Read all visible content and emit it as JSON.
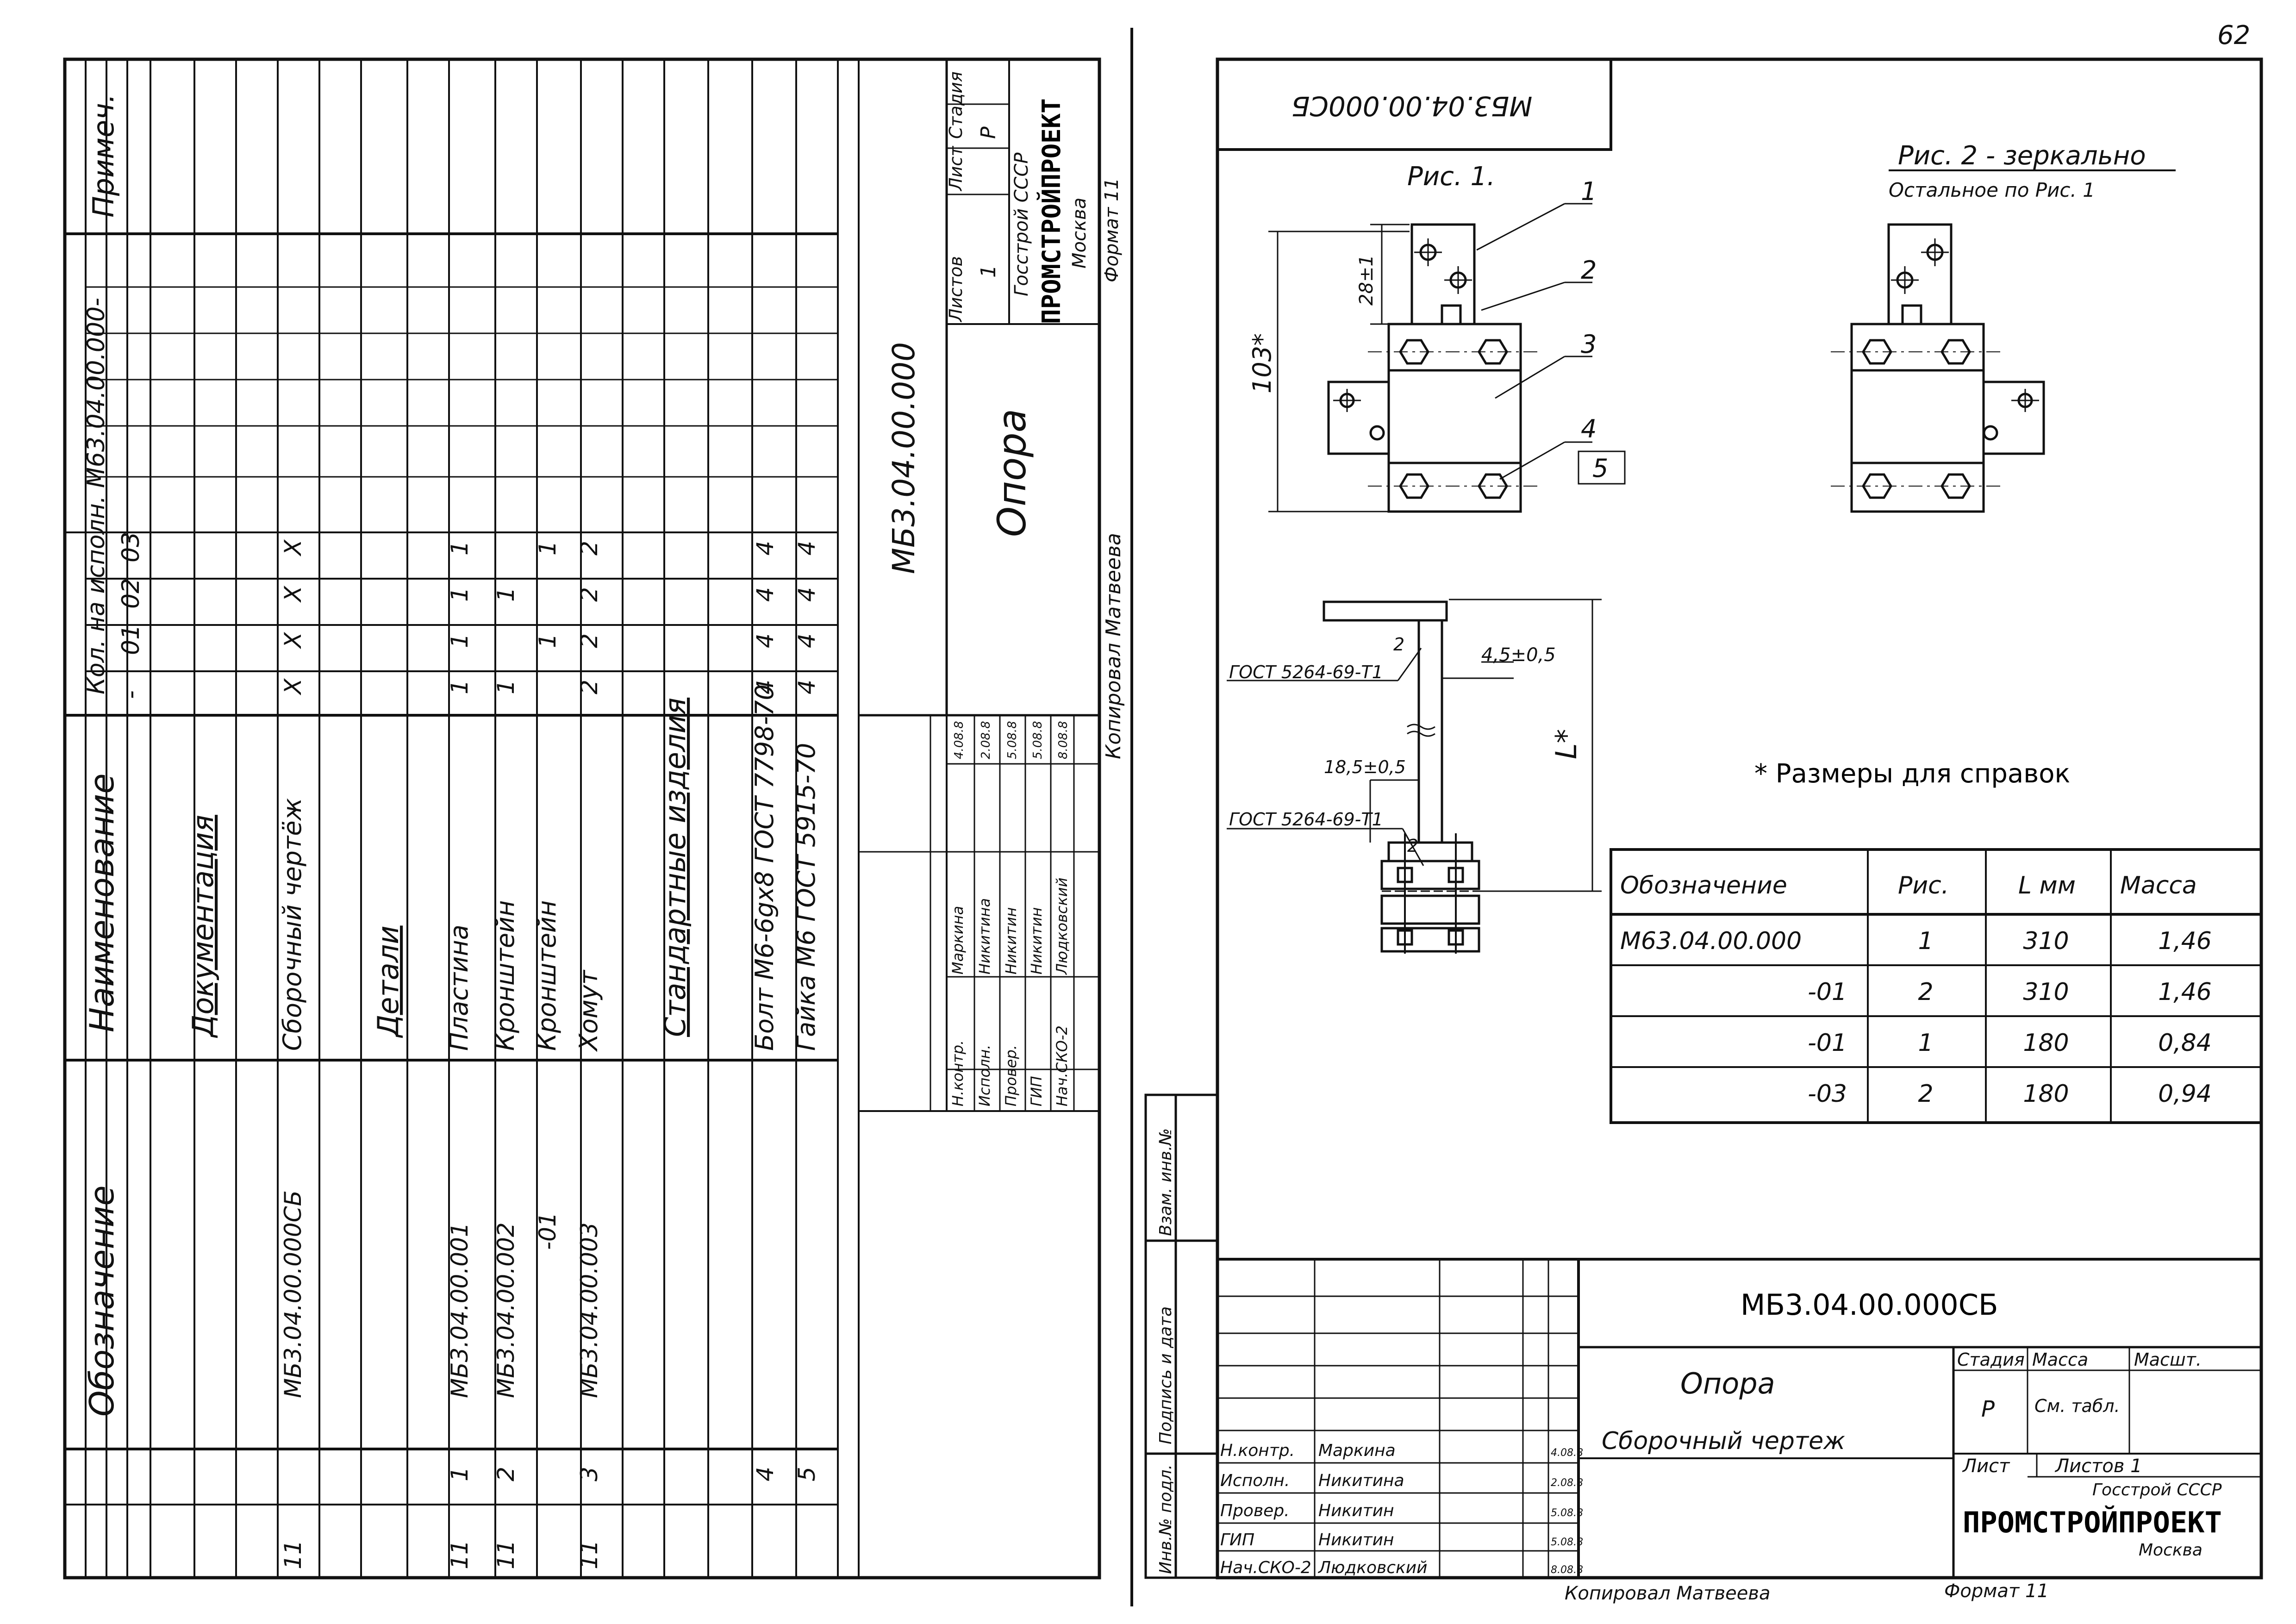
{
  "page_number": "62",
  "spec": {
    "headers": {
      "prim": "Примеч.",
      "kol": "Кол. на исполн. М63.04.00.000-",
      "naim": "Наименование",
      "oboz": "Обозначение"
    },
    "variants": [
      "-",
      "01",
      "02",
      "03"
    ],
    "rows": [
      {
        "fmt": "",
        "poz": "",
        "oboz": "",
        "naim": "Документация",
        "q": [
          "",
          "",
          "",
          ""
        ],
        "u": true
      },
      {
        "fmt": "11",
        "poz": "",
        "oboz": "МБ3.04.00.000СБ",
        "naim": "Сборочный чертёж",
        "q": [
          "X",
          "X",
          "X",
          "X"
        ],
        "u": false
      },
      {
        "fmt": "",
        "poz": "",
        "oboz": "",
        "naim": "Детали",
        "q": [
          "",
          "",
          "",
          ""
        ],
        "u": true
      },
      {
        "fmt": "11",
        "poz": "1",
        "oboz": "МБ3.04.00.001",
        "naim": "Пластина",
        "q": [
          "1",
          "1",
          "1",
          "1"
        ],
        "u": false
      },
      {
        "fmt": "11",
        "poz": "2",
        "oboz": "МБ3.04.00.002",
        "naim": "Кронштейн",
        "q": [
          "1",
          "",
          "1",
          ""
        ],
        "u": false
      },
      {
        "fmt": "",
        "poz": "",
        "oboz": "-01",
        "naim": "Кронштейн",
        "q": [
          "",
          "1",
          "",
          "1"
        ],
        "u": false
      },
      {
        "fmt": "11",
        "poz": "3",
        "oboz": "МБ3.04.00.003",
        "naim": "Хомут",
        "q": [
          "2",
          "2",
          "2",
          "2"
        ],
        "u": false
      },
      {
        "fmt": "",
        "poz": "",
        "oboz": "",
        "naim": "Стандартные изделия",
        "q": [
          "",
          "",
          "",
          ""
        ],
        "u": true
      },
      {
        "fmt": "",
        "poz": "4",
        "oboz": "",
        "naim": "Болт М6-6gx8 ГОСТ 7798-70",
        "q": [
          "4",
          "4",
          "4",
          "4"
        ],
        "u": false
      },
      {
        "fmt": "",
        "poz": "5",
        "oboz": "",
        "naim": "Гайка М6 ГОСТ 5915-70",
        "q": [
          "4",
          "4",
          "4",
          "4"
        ],
        "u": false
      }
    ],
    "title_block": {
      "code": "МБ3.04.00.000",
      "name": "Опора",
      "stadia": "Стадия",
      "list": "Лист",
      "listov": "Листов",
      "stadia_val": "Р",
      "list_val": "",
      "listov_val": "1",
      "org1": "Госстрой СССР",
      "org2": "ПРОМСТРОЙПРОЕКТ",
      "org3": "Москва",
      "format": "Формат 11",
      "copied": "Копировал Матвеева",
      "signers": [
        {
          "role": "Н.контр.",
          "name": "Маркина",
          "date": "4.08.8"
        },
        {
          "role": "Исполн.",
          "name": "Никитина",
          "date": "2.08.8"
        },
        {
          "role": "Провер.",
          "name": "Никитин",
          "date": "5.08.8"
        },
        {
          "role": "ГИП",
          "name": "Никитин",
          "date": "5.08.8"
        },
        {
          "role": "Нач.СКО-2",
          "name": "Людковский",
          "date": "8.08.8"
        }
      ]
    }
  },
  "drawing": {
    "stamp_code": "МБ3.04.00.000СБ",
    "fig1": "Рис. 1.",
    "fig2": "Рис. 2 - зеркально",
    "fig2_sub": "Остальное по Рис. 1",
    "dim_28": "28±1",
    "dim_103": "103*",
    "dim_45": "4,5±0,5",
    "dim_185": "18,5±0,5",
    "dim_L": "L*",
    "gost1": "ГОСТ 5264-69-Т1",
    "gost2": "ГОСТ 5264-69-Т1",
    "leaders": [
      "1",
      "2",
      "3",
      "4",
      "5"
    ],
    "weld_a": "2",
    "weld_b": "2",
    "note": "* Размеры для справок",
    "table": {
      "headers": [
        "Обозначение",
        "Рис.",
        "L мм",
        "Масса"
      ],
      "rows": [
        [
          "М63.04.00.000",
          "1",
          "310",
          "1,46"
        ],
        [
          "-01",
          "2",
          "310",
          "1,46"
        ],
        [
          "-01",
          "1",
          "180",
          "0,84"
        ],
        [
          "-03",
          "2",
          "180",
          "0,94"
        ]
      ]
    },
    "side_labels": [
      "Взам. инв.№",
      "Подпись и дата",
      "Инв.№ подл."
    ],
    "title_block": {
      "code": "МБ3.04.00.000СБ",
      "name": "Опора",
      "subname": "Сборочный чертеж",
      "stadia": "Стадия",
      "massa": "Масса",
      "masht": "Масшт.",
      "stadia_val": "Р",
      "massa_val": "См. табл.",
      "list": "Лист",
      "listov": "Листов 1",
      "org1": "Госстрой СССР",
      "org2": "ПРОМСТРОЙПРОЕКТ",
      "org3": "Москва",
      "format": "Формат 11",
      "copied": "Копировал Матвеева",
      "signers": [
        {
          "role": "Н.контр.",
          "name": "Маркина",
          "date": "4.08.8"
        },
        {
          "role": "Исполн.",
          "name": "Никитина",
          "date": "2.08.8"
        },
        {
          "role": "Провер.",
          "name": "Никитин",
          "date": "5.08.8"
        },
        {
          "role": "ГИП",
          "name": "Никитин",
          "date": "5.08.8"
        },
        {
          "role": "Нач.СКО-2",
          "name": "Людковский",
          "date": "8.08.8"
        }
      ]
    }
  }
}
